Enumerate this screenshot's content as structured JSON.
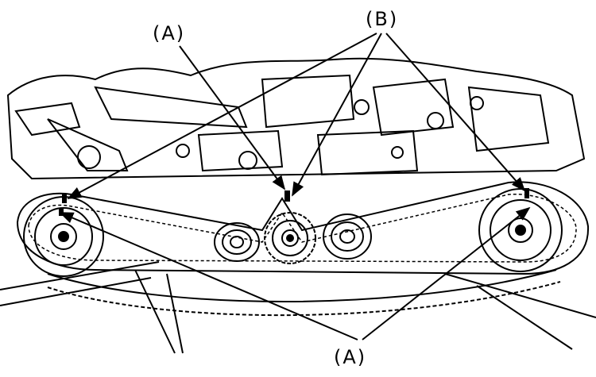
{
  "callouts": {
    "a_top": "(A)",
    "b_top": "(B)",
    "a_bottom": "(A)"
  }
}
